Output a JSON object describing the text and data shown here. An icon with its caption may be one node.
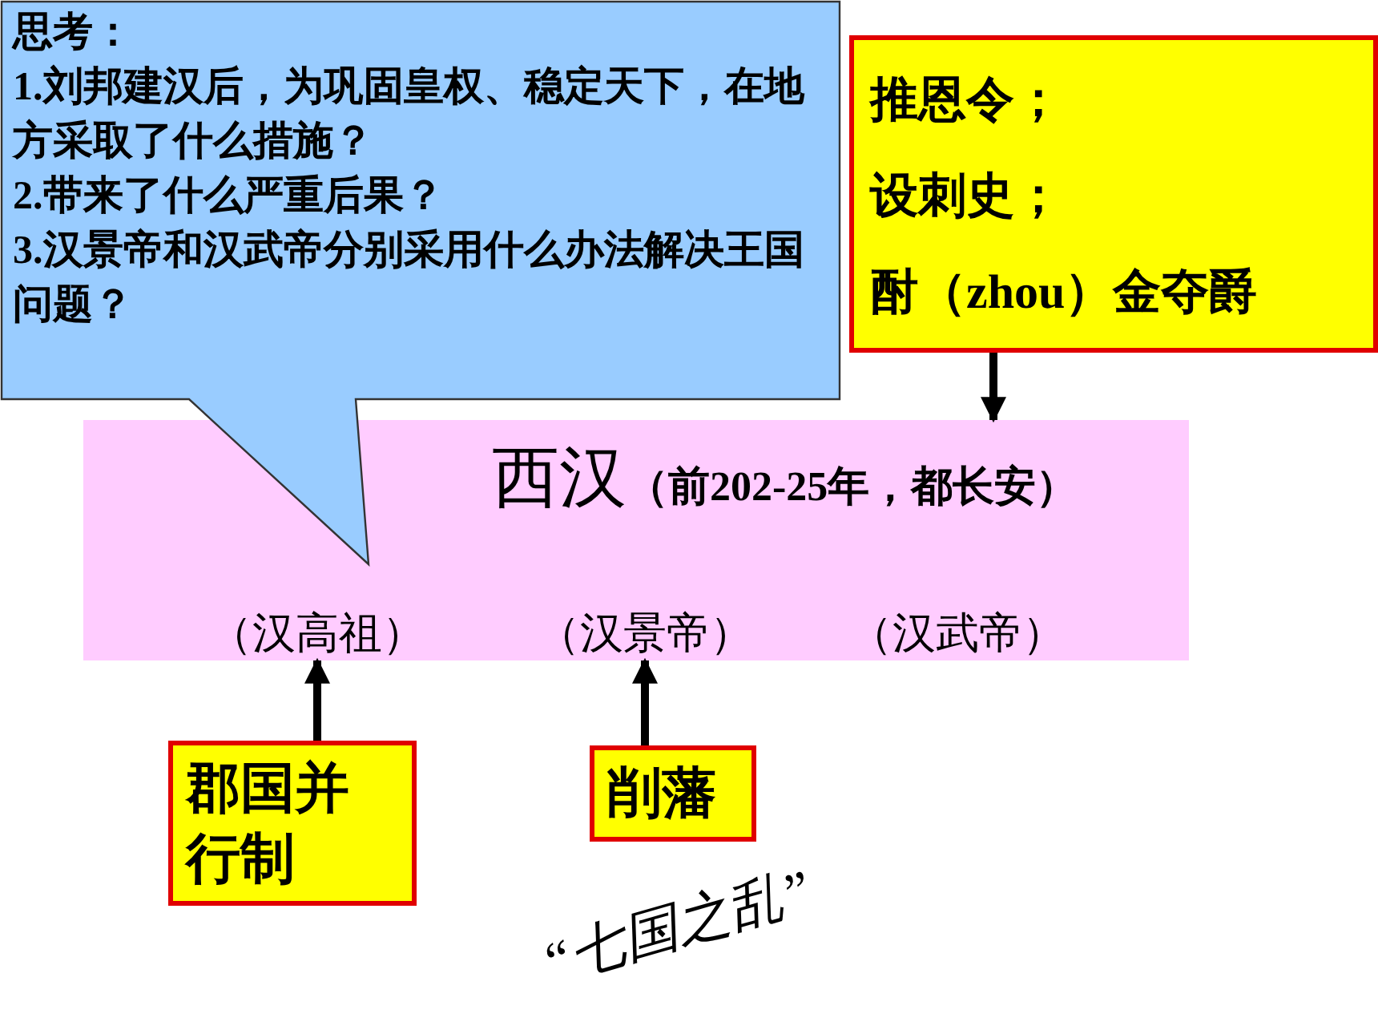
{
  "diagram": {
    "nodes": [
      {
        "text": [
          "思考：",
          "1.刘邦建汉后，为巩固皇权、稳定天下，在地方采取了什么措施？",
          "2.带来了什么严重后果？",
          "3.汉景帝和汉武帝分别采用什么办法解决王国问题？"
        ]
      },
      {
        "text": [
          "推恩令；",
          "设刺史；",
          "酎（zhou）金夺爵"
        ]
      },
      {
        "text": [
          "西汉",
          "（前202-25年，都长安）"
        ]
      },
      {
        "text": [
          "（汉高祖）"
        ],
        "in": 2
      },
      {
        "text": [
          "（汉景帝）"
        ],
        "in": 2
      },
      {
        "text": [
          "（汉武帝）"
        ],
        "in": 2
      },
      {
        "text": [
          "郡国并行制"
        ]
      },
      {
        "text": [
          "削藩"
        ]
      }
    ],
    "edges": [
      {
        "from": 1,
        "to": 2,
        "arrow": "to"
      },
      {
        "from": 6,
        "to": 3,
        "arrow": "to"
      },
      {
        "from": 7,
        "to": 4,
        "arrow": "to"
      }
    ],
    "labels": [
      "“七国之乱”"
    ]
  }
}
